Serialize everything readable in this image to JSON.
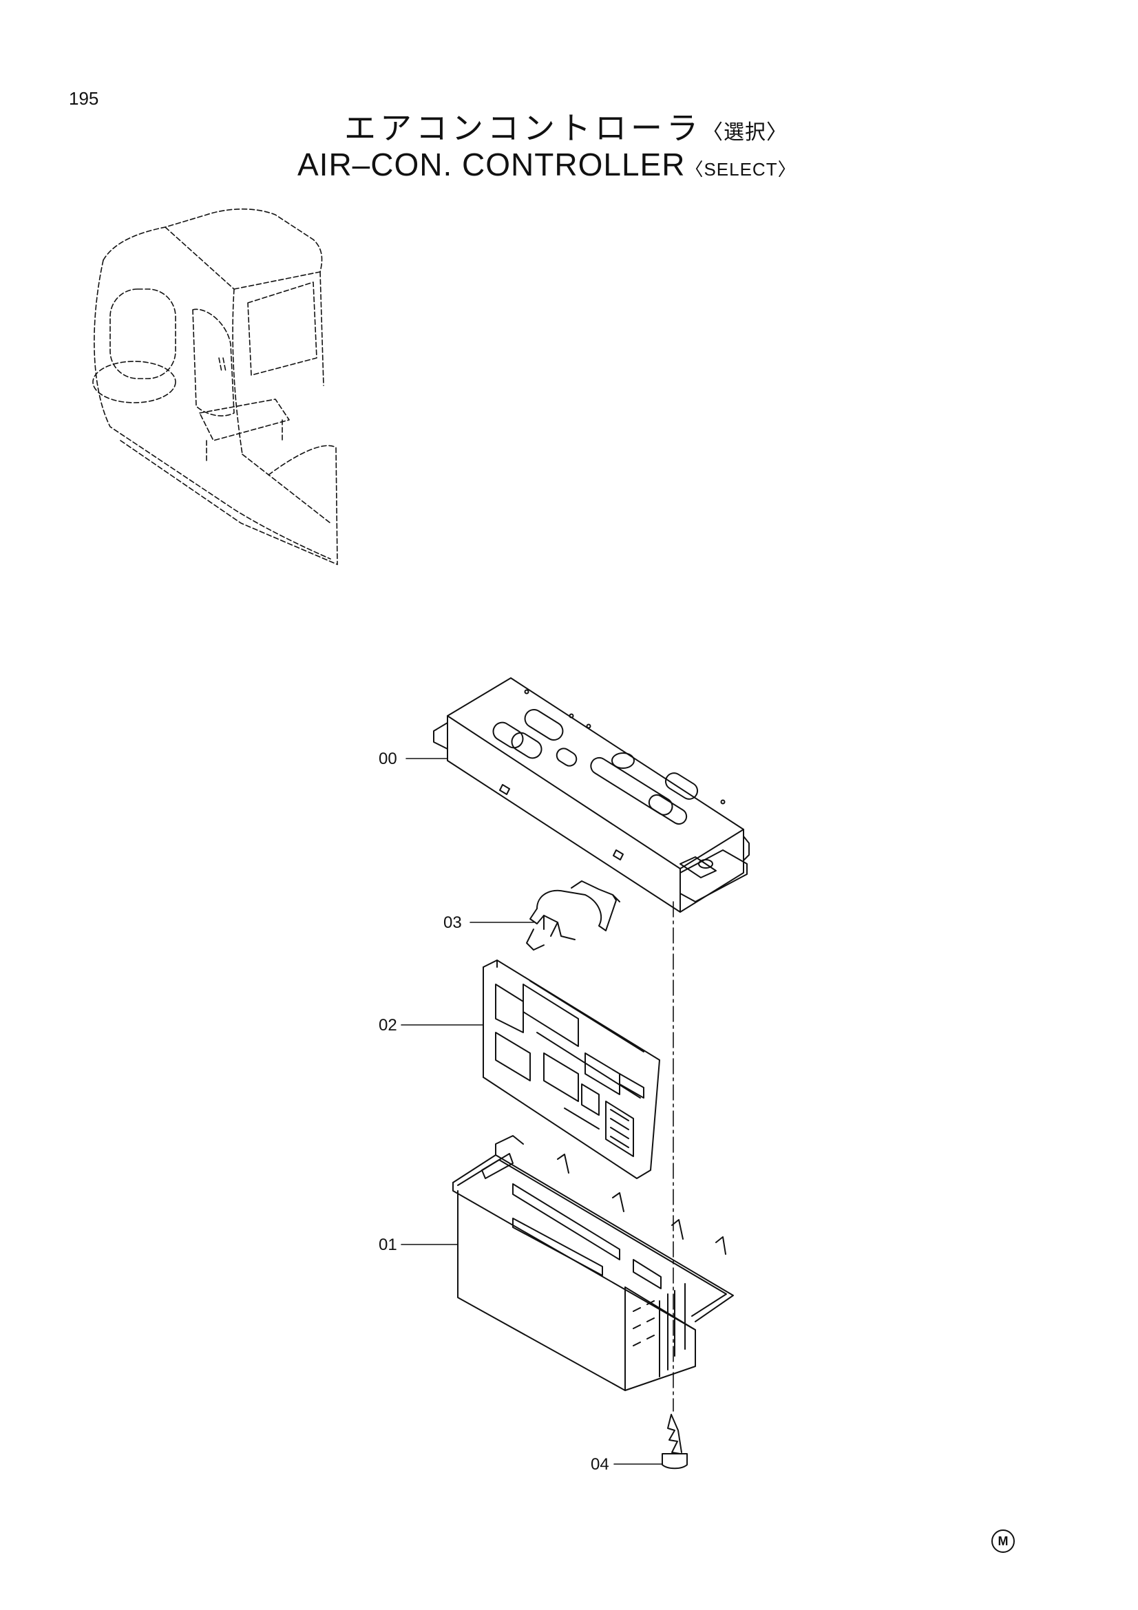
{
  "page_number": "195",
  "title_jp": "エアコンコントローラ",
  "title_jp_select": "〈選択〉",
  "title_en": "AIR–CON. CONTROLLER",
  "title_en_select": "〈SELECT〉",
  "parts": [
    {
      "label": "00"
    },
    {
      "label": "03"
    },
    {
      "label": "02"
    },
    {
      "label": "01"
    },
    {
      "label": "04"
    }
  ],
  "mark": "M"
}
